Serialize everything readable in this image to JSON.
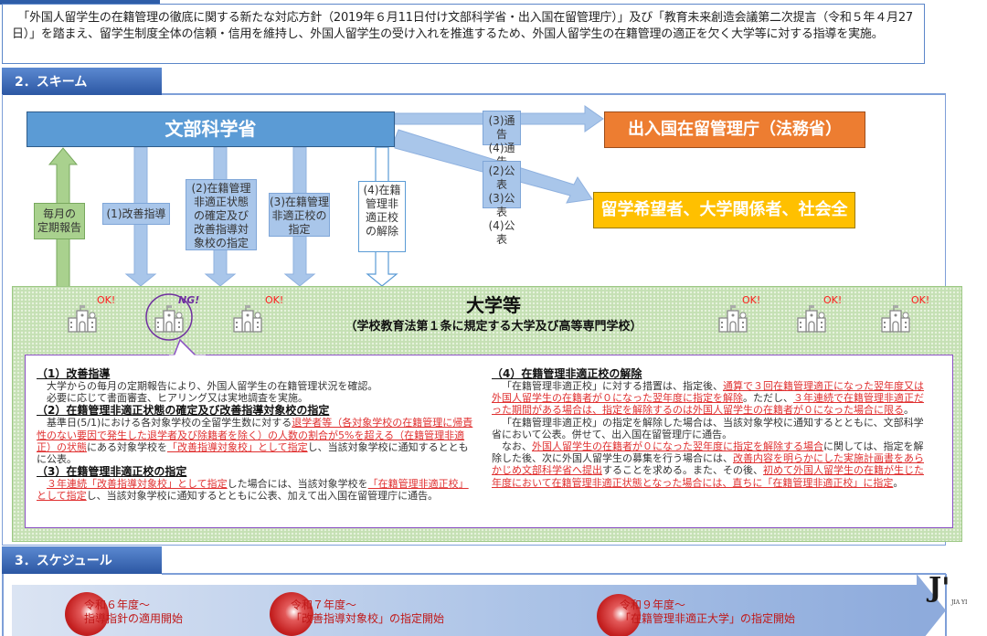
{
  "intro": {
    "text": "　「外国人留学生の在籍管理の徹底に関する新たな対応方針（2019年６月11日付け文部科学省・出入国在留管理庁）」及び「教育未来創造会議第二次提言（令和５年４月27日）」を踏まえ、留学生制度全体の信頼・信用を維持し、外国人留学生の受け入れを推進するため、外国人留学生の在籍管理の適正を欠く大学等に対する指導を実施。"
  },
  "sections": {
    "scheme": "2．スキーム",
    "schedule": "3．スケジュール"
  },
  "diagram": {
    "mext": "文部科学省",
    "immigration": "出入国在留管理庁（法務省）",
    "public": "留学希望者、大学関係者、社会全般",
    "notify_label": "(3)通告\n(4)通告",
    "publish_label": "(2)公表\n(3)公表\n(4)公表",
    "monthly_report": "毎月の\n定期報告",
    "arrow1": "(1)改善指導",
    "arrow2": "(2)在籍管理\n非適正状態\nの確定及び\n改善指導対\n象校の指定",
    "arrow3": "(3)在籍管理\n非適正校の\n指定",
    "arrow4": "(4)在籍\n管理非\n適正校\nの解除",
    "university_title": "大学等",
    "university_sub": "（学校教育法第１条に規定する大学及び高等専門学校）",
    "school_status": [
      "OK!",
      "NG!",
      "OK!",
      "OK!",
      "OK!",
      "OK!"
    ]
  },
  "details": {
    "s1_title": "（1）改善指導",
    "s1_p1": "大学からの毎月の定期報告により、外国人留学生の在籍管理状況を確認。",
    "s1_p2": "必要に応じて書面審査、ヒアリング又は実地調査を実施。",
    "s2_title": "（2）在籍管理非適正状態の確定及び改善指導対象校の指定",
    "s2_a": "基準日(5/1)における各対象学校の全留学生数に対する",
    "s2_b": "退学者等（各対象学校の在籍管理に帰責性のない要因で発生した退学者及び除籍者を除く）の人数の割合が5%を超える（在籍管理非適正）の状態",
    "s2_c": "にある対象学校を",
    "s2_d": "「改善指導対象校」として指定",
    "s2_e": "し、当該対象学校に通知するとともに公表。",
    "s3_title": "（3）在籍管理非適正校の指定",
    "s3_a": "３年連続「改善指導対象校」として指定",
    "s3_b": "した場合には、当該対象学校を",
    "s3_c": "「在籍管理非適正校」として指定",
    "s3_d": "し、当該対象学校に通知するとともに公表、加えて出入国在留管理庁に通告。",
    "s4_title": "（4）在籍管理非適正校の解除",
    "s4_a": "「在籍管理非適正校」に対する措置は、指定後、",
    "s4_b": "通算で３回在籍管理適正になった翌年度又は外国人留学生の在籍者が０になった翌年度に指定を解除",
    "s4_c": "。ただし、",
    "s4_d": "３年連続で在籍管理非適正だった期間がある場合は、指定を解除するのは外国人留学生の在籍者が０になった場合に限る",
    "s4_e": "。",
    "s4_p2": "「在籍管理非適正校」の指定を解除した場合は、当該対象学校に通知するとともに、文部科学省において公表。併せて、出入国在留管理庁に通告。",
    "s4_f": "なお、",
    "s4_g": "外国人留学生の在籍者が０になった翌年度に指定を解除する場合",
    "s4_h": "に関しては、指定を解除した後、次に外国人留学生の募集を行う場合には、",
    "s4_i": "改善内容を明らかにした実施計画書をあらかじめ文部科学省へ提出",
    "s4_j": "することを求める。また、その後、",
    "s4_k": "初めて外国人留学生の在籍が生じた年度において在籍管理非適正状態となった場合には、直ちに「在籍管理非適正校」に指定",
    "s4_l": "。"
  },
  "schedule": {
    "items": [
      {
        "year": "令和６年度～",
        "desc": "指導指針の適用開始"
      },
      {
        "year": "令和７年度～",
        "desc": "「改善指導対象校」の指定開始"
      },
      {
        "year": "令和９年度～",
        "desc": "「在籍管理非適正大学」の指定開始"
      }
    ]
  },
  "logo": {
    "mark": "J'",
    "text": "JIA YI"
  },
  "colors": {
    "mext_blue": "#5b9bd5",
    "immigration_orange": "#ed7d31",
    "public_yellow": "#ffc000",
    "university_green": "#c5e0b4",
    "highlight_red": "#e03030",
    "ng_purple": "#7030a0"
  }
}
